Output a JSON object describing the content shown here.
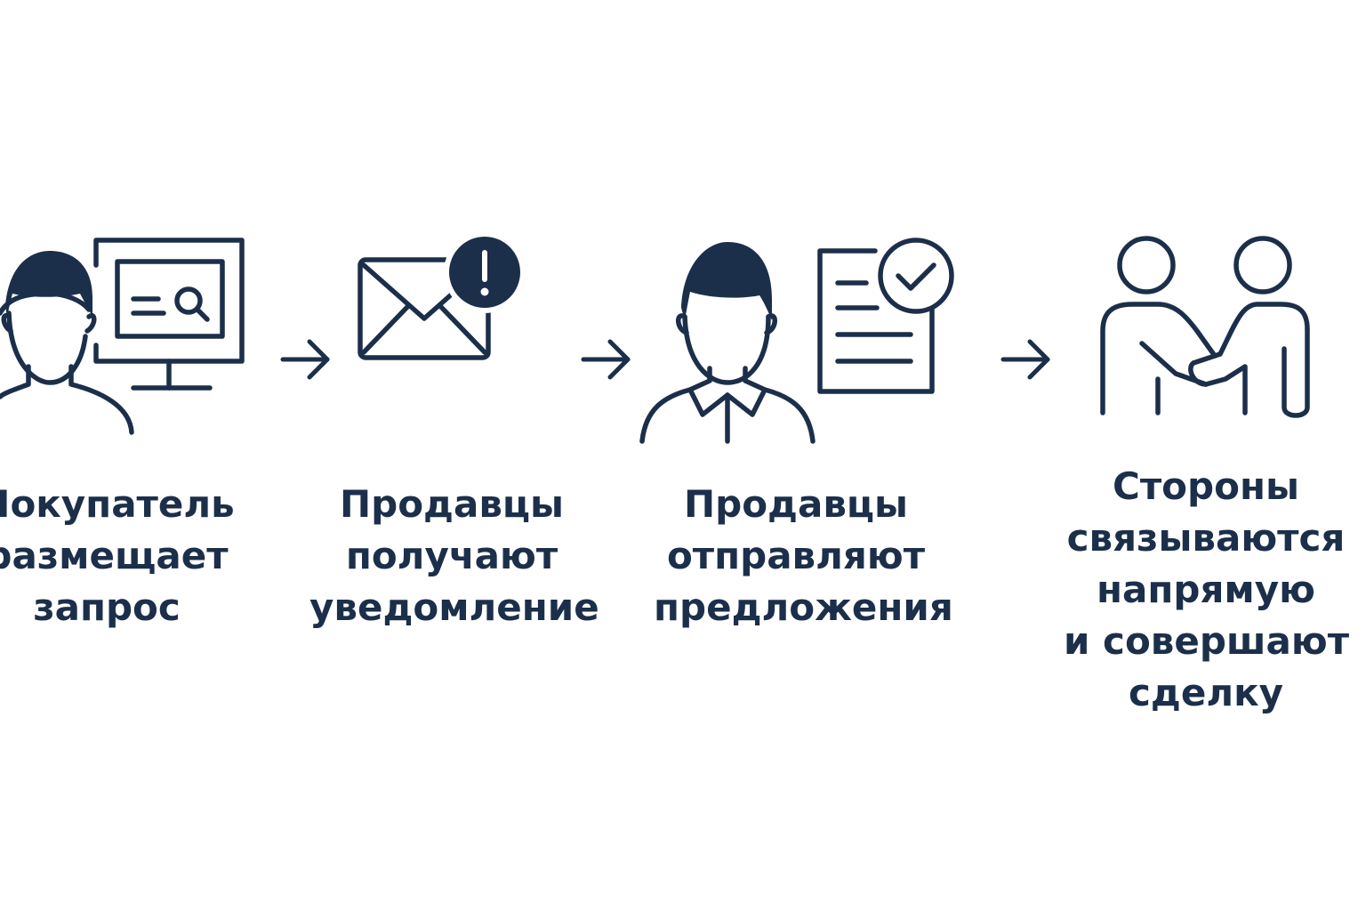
{
  "colors": {
    "ink": "#1c2f4a",
    "background": "#ffffff"
  },
  "steps": [
    {
      "icon": "buyer-with-monitor-search-icon",
      "lines": [
        "Покупатель",
        "размещает",
        "запрос"
      ]
    },
    {
      "icon": "envelope-alert-icon",
      "lines": [
        "Продавцы",
        "получают",
        "уведомление"
      ]
    },
    {
      "icon": "seller-with-checked-document-icon",
      "lines": [
        "Продавцы",
        "отправляют",
        "предложения"
      ]
    },
    {
      "icon": "handshake-icon",
      "lines": [
        "Стороны",
        "связываются",
        "напрямую",
        "и совершают",
        "сделку"
      ]
    }
  ],
  "connectors": [
    {
      "icon": "arrow-right-icon"
    },
    {
      "icon": "arrow-right-icon"
    },
    {
      "icon": "arrow-right-icon"
    }
  ]
}
